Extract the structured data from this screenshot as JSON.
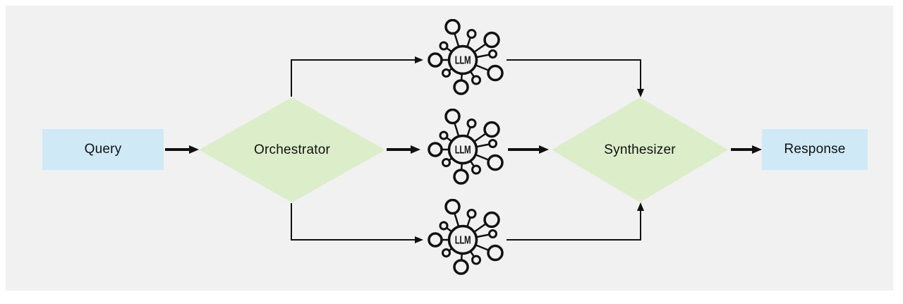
{
  "nodes": {
    "query": {
      "label": "Query",
      "shape": "rectangle"
    },
    "orchestrator": {
      "label": "Orchestrator",
      "shape": "diamond"
    },
    "llm_workers": [
      {
        "label": "LLM"
      },
      {
        "label": "LLM"
      },
      {
        "label": "LLM"
      }
    ],
    "synthesizer": {
      "label": "Synthesizer",
      "shape": "diamond"
    },
    "response": {
      "label": "Response",
      "shape": "rectangle"
    }
  },
  "edges": [
    "query -> orchestrator",
    "orchestrator -> llm_worker_1",
    "orchestrator -> llm_worker_2",
    "orchestrator -> llm_worker_3",
    "llm_worker_1 -> synthesizer",
    "llm_worker_2 -> synthesizer",
    "llm_worker_3 -> synthesizer",
    "synthesizer -> response"
  ],
  "colors": {
    "canvas_background": "#ffffff",
    "panel_background": "#f1f1f2",
    "box_fill": "#cfe9f7",
    "diamond_fill": "#dcedca",
    "line": "#111111",
    "text": "#111111"
  }
}
